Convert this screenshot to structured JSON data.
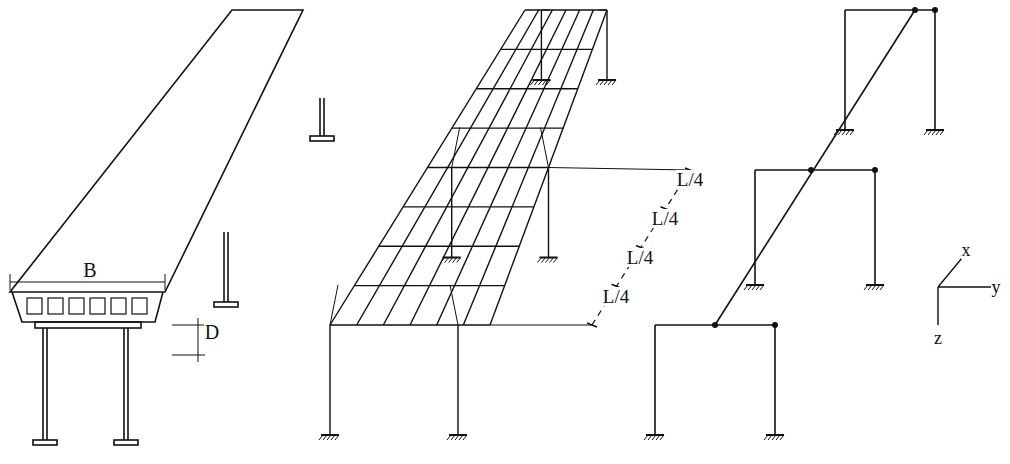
{
  "diagram": {
    "labels": [
      "B",
      "D",
      "L/4",
      "L/4",
      "L/4",
      "L/4",
      "x",
      "y",
      "z"
    ]
  }
}
